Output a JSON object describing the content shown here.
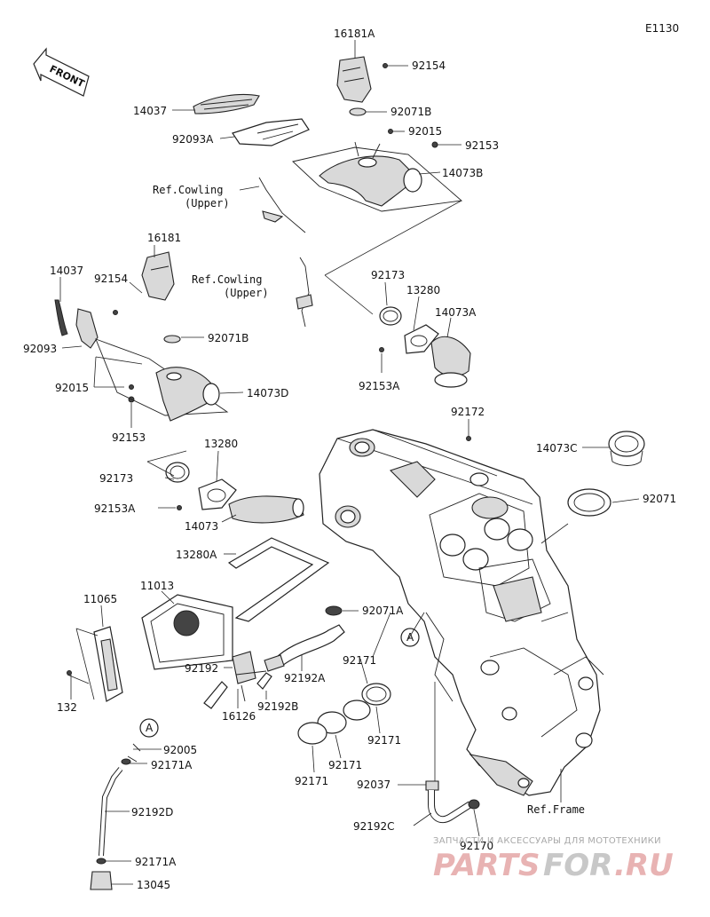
{
  "diagram_code": "E1130",
  "front_label": "FRONT",
  "parts": [
    {
      "id": "p16181A",
      "label": "16181A"
    },
    {
      "id": "p92154a",
      "label": "92154"
    },
    {
      "id": "p14037a",
      "label": "14037"
    },
    {
      "id": "p92071Ba",
      "label": "92071B"
    },
    {
      "id": "p92093Aa",
      "label": "92093A"
    },
    {
      "id": "p92015a",
      "label": "92015"
    },
    {
      "id": "p92153a",
      "label": "92153"
    },
    {
      "id": "p14073B",
      "label": "14073B"
    },
    {
      "id": "p16181",
      "label": "16181"
    },
    {
      "id": "p14037b",
      "label": "14037"
    },
    {
      "id": "p92154b",
      "label": "92154"
    },
    {
      "id": "p92093",
      "label": "92093"
    },
    {
      "id": "p92071Bb",
      "label": "92071B"
    },
    {
      "id": "p92015b",
      "label": "92015"
    },
    {
      "id": "p14073D",
      "label": "14073D"
    },
    {
      "id": "p92153b",
      "label": "92153"
    },
    {
      "id": "p92173a",
      "label": "92173"
    },
    {
      "id": "p13280a",
      "label": "13280"
    },
    {
      "id": "p14073A",
      "label": "14073A"
    },
    {
      "id": "p92153Aa",
      "label": "92153A"
    },
    {
      "id": "p92172",
      "label": "92172"
    },
    {
      "id": "p14073C",
      "label": "14073C"
    },
    {
      "id": "p92071",
      "label": "92071"
    },
    {
      "id": "p13280b",
      "label": "13280"
    },
    {
      "id": "p92173b",
      "label": "92173"
    },
    {
      "id": "p92153Ab",
      "label": "92153A"
    },
    {
      "id": "p14073",
      "label": "14073"
    },
    {
      "id": "p13280A",
      "label": "13280A"
    },
    {
      "id": "p11013",
      "label": "11013"
    },
    {
      "id": "p11065",
      "label": "11065"
    },
    {
      "id": "p92071A",
      "label": "92071A"
    },
    {
      "id": "p92192",
      "label": "92192"
    },
    {
      "id": "p92192A",
      "label": "92192A"
    },
    {
      "id": "p92171a",
      "label": "92171"
    },
    {
      "id": "p132",
      "label": "132"
    },
    {
      "id": "p16126",
      "label": "16126"
    },
    {
      "id": "p92192B",
      "label": "92192B"
    },
    {
      "id": "p92171b",
      "label": "92171"
    },
    {
      "id": "p92171c",
      "label": "92171"
    },
    {
      "id": "p92171d",
      "label": "92171"
    },
    {
      "id": "p92005",
      "label": "92005"
    },
    {
      "id": "p92171Aa",
      "label": "92171A"
    },
    {
      "id": "p92037",
      "label": "92037"
    },
    {
      "id": "p92192D",
      "label": "92192D"
    },
    {
      "id": "p92192C",
      "label": "92192C"
    },
    {
      "id": "p92170",
      "label": "92170"
    },
    {
      "id": "p92171Ab",
      "label": "92171A"
    },
    {
      "id": "p13045",
      "label": "13045"
    }
  ],
  "references": {
    "cowling_upper_1": {
      "line1": "Ref.Cowling",
      "line2": "(Upper)"
    },
    "cowling_upper_2": {
      "line1": "Ref.Cowling",
      "line2": "(Upper)"
    },
    "frame": "Ref.Frame"
  },
  "connector_marker": "A",
  "watermark": {
    "caption": "ЗАПЧАСТИ И АКСЕССУАРЫ ДЛЯ МОТОТЕХНИКИ",
    "brand_red": "PARTS",
    "brand_grey": "FOR",
    "brand_tail": ".RU"
  },
  "colors": {
    "line": "#222222",
    "watermark_red": "#e8b3b3",
    "watermark_grey": "#c8c8c8"
  }
}
